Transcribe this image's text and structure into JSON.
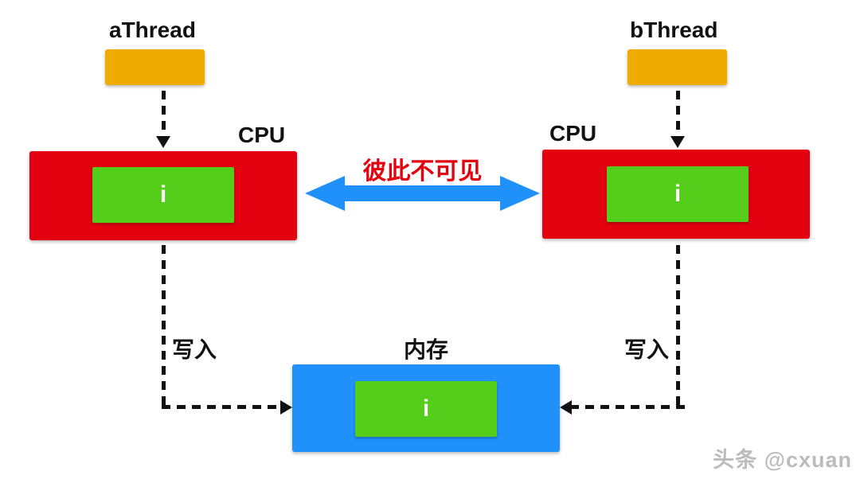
{
  "colors": {
    "red": "#e3000f",
    "green": "#55ce1b",
    "blue": "#2090fa",
    "orange": "#f0ab00",
    "ink": "#111111",
    "watermark": "#bcbcbc"
  },
  "threads": {
    "a": {
      "label": "aThread"
    },
    "b": {
      "label": "bThread"
    }
  },
  "cpus": {
    "left": {
      "label": "CPU",
      "value": "i"
    },
    "right": {
      "label": "CPU",
      "value": "i"
    }
  },
  "memory": {
    "label": "内存",
    "value": "i"
  },
  "arrows": {
    "invisible_label": "彼此不可见",
    "write_left": "写入",
    "write_right": "写入"
  },
  "watermark": "头条 @cxuan"
}
